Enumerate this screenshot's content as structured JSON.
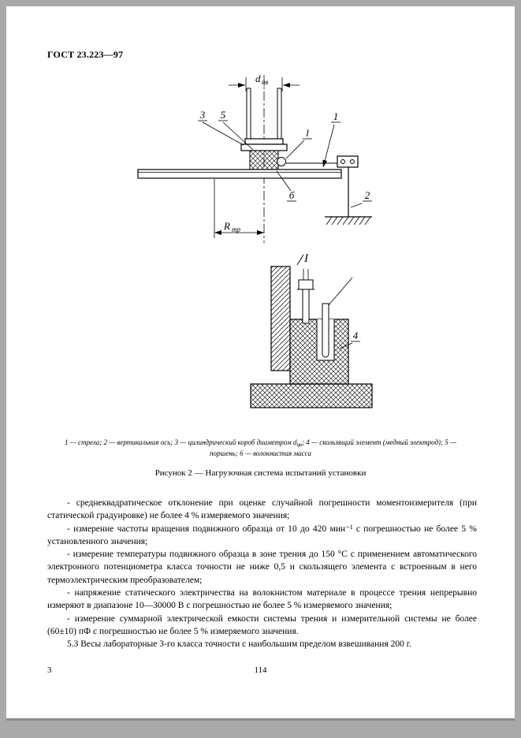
{
  "page": {
    "header": "ГОСТ 23.223—97",
    "footer_page": "3",
    "footer_center": "114"
  },
  "figure": {
    "labels": {
      "d": "d",
      "d_sub": "цв",
      "n1": "1",
      "n2": "2",
      "n3": "3",
      "n4": "4",
      "n5": "5",
      "n6": "б",
      "ell": "l",
      "roman": "I",
      "r": "R",
      "r_sub": "тр"
    },
    "caption": {
      "p1": "1 — стрела; 2 — вертикальная ось; 3 — цилиндрический короб диаметром ",
      "d": "d",
      "sub": "цв",
      "p2": "; 4 — скользящий элемент (медный электрод); 5 — поршень; 6 — волокнистая масса"
    },
    "title": "Рисунок 2 — Нагрузочная система испытаний установки"
  },
  "body": {
    "paragraphs": [
      "- среднеквадратическое отклонение при оценке случайной погрешности моментоизмерителя (при статической градуировке) не более 4 % измеряемого значения;",
      "- измерение частоты вращения подвижного образца от 10 до 420 мин⁻¹ с погрешностью не более 5 % установленного значения;",
      "- измерение температуры подвижного образца в зоне трения до 150 °С с применением автоматического электронного потенциометра класса точности не ниже 0,5 и скользящего элемента с встроенным в него термоэлектрическим преобразователем;",
      "- напряжение статического электричества на волокнистом материале в процессе трения непрерывно измеряют в диапазоне 10—30000 В с погрешностью не более 5 % измеряемого значения;",
      "- измерение суммарной электрической емкости системы трения и измерительной системы не более (60±10) пФ с погрешностью не более 5 % измеряемого значения.",
      "5.3 Весы лабораторные 3-го класса точности с наибольшим пределом взвешивания 200 г."
    ]
  }
}
